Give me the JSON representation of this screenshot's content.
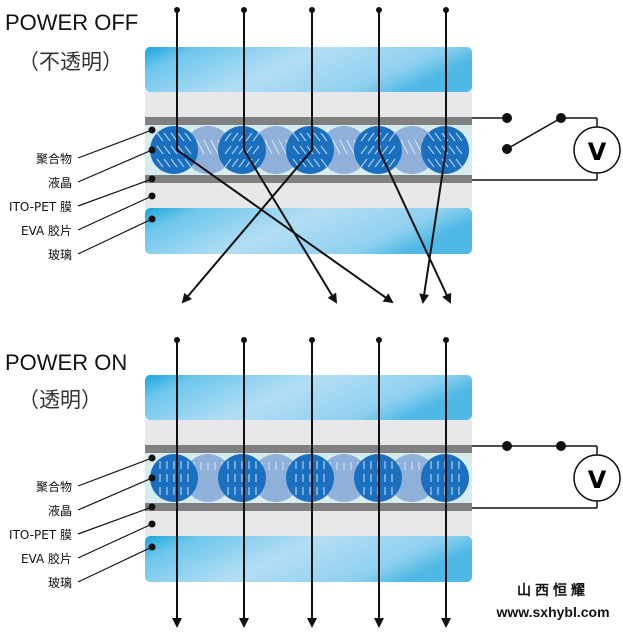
{
  "panels": [
    {
      "id": "off",
      "title": "POWER OFF",
      "subtitle": "（不透明）",
      "state": "scattered",
      "switch": "open",
      "layers": [
        "聚合物",
        "液晶",
        "ITO-PET 膜",
        "EVA 胶片",
        "玻璃"
      ]
    },
    {
      "id": "on",
      "title": "POWER ON",
      "subtitle": "（透明）",
      "state": "transparent",
      "switch": "closed",
      "layers": [
        "聚合物",
        "液晶",
        "ITO-PET 膜",
        "EVA 胶片",
        "玻璃"
      ]
    }
  ],
  "meter_label": "V",
  "brand": {
    "name": "山西恒耀",
    "url": "www.sxhybl.com"
  },
  "colors": {
    "glass": "#5bbde6",
    "glass_light": "#a9dcf3",
    "eva": "#e8e8ea",
    "ito": "#808080",
    "lc_bg": "#d6ecee",
    "droplet_dark": "#1a6fbf",
    "droplet_light": "#8fb0d8"
  }
}
